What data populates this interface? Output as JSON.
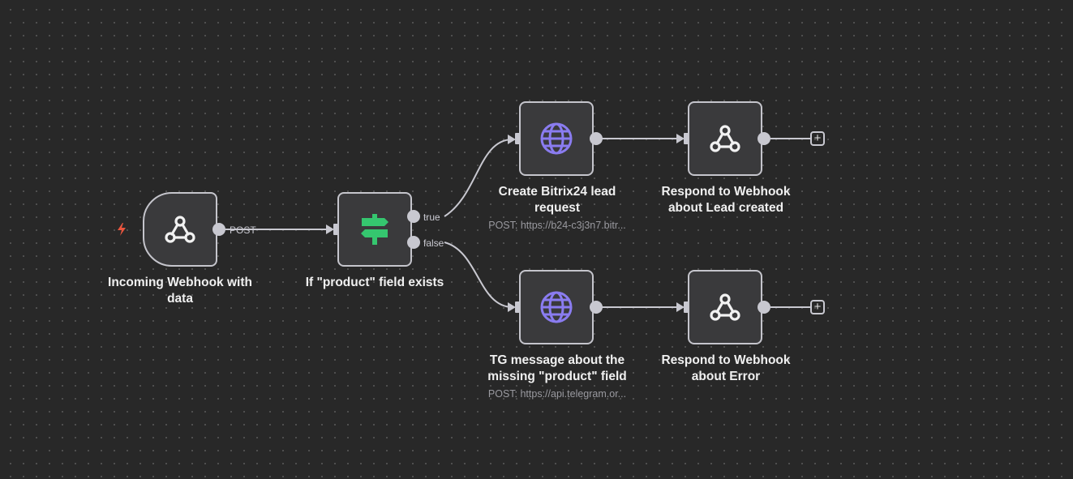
{
  "canvas": {
    "background": "#282828",
    "node_border": "#c5c5cc",
    "node_fill": "#3a3a3c"
  },
  "nodes": {
    "webhook": {
      "title": "Incoming Webhook with data",
      "icon": "webhook-icon",
      "output_label": "POST",
      "trigger_icon": "lightning-bolt-icon",
      "trigger_color": "#e8553e"
    },
    "if": {
      "title": "If \"product\" field exists",
      "icon": "signpost-icon",
      "icon_color": "#35c66f",
      "true_label": "true",
      "false_label": "false"
    },
    "bitrix": {
      "title": "Create Bitrix24 lead request",
      "subtitle": "POST: https://b24-c3j3n7.bitr...",
      "icon": "globe-icon",
      "icon_color": "#8a7cf0"
    },
    "tg": {
      "title": "TG message about the missing \"product\" field",
      "subtitle": "POST: https://api.telegram.or...",
      "icon": "globe-icon",
      "icon_color": "#8a7cf0"
    },
    "respond_lead": {
      "title": "Respond to Webhook about Lead created",
      "icon": "webhook-icon"
    },
    "respond_error": {
      "title": "Respond to Webhook about Error",
      "icon": "webhook-icon"
    }
  },
  "add_button_label": "+"
}
